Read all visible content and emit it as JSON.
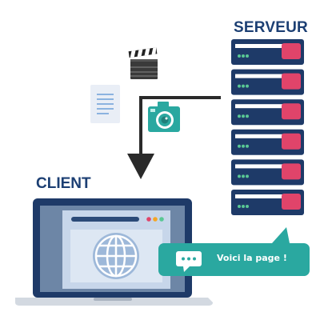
{
  "labels": {
    "server": "SERVEUR",
    "client": "CLIENT",
    "response_message": "Voici la page !"
  },
  "icons": {
    "server_stack": "server-rack-icon",
    "video": "clapperboard-icon",
    "document": "document-icon",
    "image": "camera-icon",
    "browser_content": "globe-icon",
    "chat": "chat-bubble-icon",
    "flow": "arrow-down-icon"
  },
  "server": {
    "units": 6
  },
  "colors": {
    "navy": "#1c3f73",
    "server_dark": "#1e3a68",
    "server_light_strip": "#ffffff",
    "server_led_green": "#59c794",
    "server_red_block": "#e0446a",
    "teal": "#2aa8a0",
    "laptop_screen_outer": "#6d86a6",
    "laptop_screen_inner": "#c7d6ea",
    "laptop_base": "#d3d9e1",
    "doc_blue": "#8bb3e0",
    "arrow": "#2a2a2a"
  }
}
